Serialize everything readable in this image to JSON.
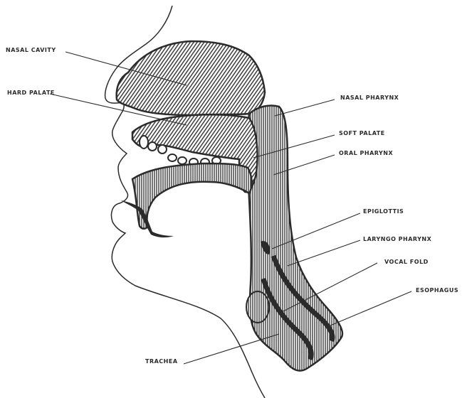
{
  "labels": {
    "nasal_cavity": "NASAL CAVITY",
    "hard_palate": "HARD PALATE",
    "nasal_pharynx": "NASAL PHARYNX",
    "soft_palate": "SOFT PALATE",
    "oral_pharynx": "ORAL PHARYNX",
    "epiglottis": "EPIGLOTTIS",
    "laryngo_pharynx": "LARYNGO PHARYNX",
    "vocal_fold": "VOCAL FOLD",
    "esophagus": "ESOPHAGUS",
    "trachea": "TRACHEA"
  },
  "colors": {
    "ink": "#2b2b2b",
    "background": "#ffffff"
  }
}
